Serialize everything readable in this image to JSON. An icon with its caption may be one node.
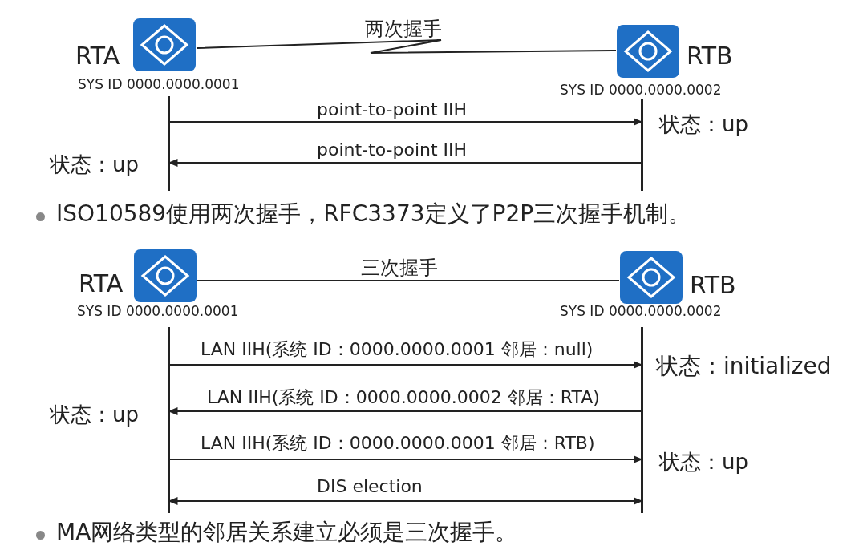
{
  "diagram": {
    "nodes": [
      {
        "text": [
          "RTA",
          "SYS ID 0000.0000.0001"
        ]
      },
      {
        "text": [
          "RTB",
          "SYS ID 0000.0000.0002"
        ]
      },
      {
        "text": [],
        "shape": "bar"
      },
      {
        "text": [],
        "shape": "bar"
      },
      {
        "text": [
          "RTA",
          "SYS ID 0000.0000.0001"
        ]
      },
      {
        "text": [
          "RTB",
          "SYS ID 0000.0000.0002"
        ]
      },
      {
        "text": [],
        "shape": "bar"
      },
      {
        "text": [],
        "shape": "bar"
      }
    ],
    "edges": [
      {
        "from": 0,
        "to": 1,
        "arrow": "none",
        "label": "两次握手"
      },
      {
        "from": 2,
        "to": 3,
        "arrow": "to",
        "label": "point-to-point IIH"
      },
      {
        "from": 3,
        "to": 2,
        "arrow": "to",
        "label": "point-to-point IIH"
      },
      {
        "from": 4,
        "to": 5,
        "arrow": "none",
        "label": "三次握手"
      },
      {
        "from": 6,
        "to": 7,
        "arrow": "to",
        "label": "LAN IIH(系统 ID：0000.0000.0001 邻居：null)"
      },
      {
        "from": 7,
        "to": 6,
        "arrow": "to",
        "label": "LAN IIH(系统 ID：0000.0000.0002 邻居：RTA)"
      },
      {
        "from": 6,
        "to": 7,
        "arrow": "to",
        "label": "LAN IIH(系统 ID：0000.0000.0001 邻居：RTB)"
      },
      {
        "from": 6,
        "to": 7,
        "arrow": "both",
        "label": "DIS election"
      }
    ],
    "labels": [
      "状态：up",
      "状态：up",
      "ISO10589使用两次握手，RFC3373定义了P2P三次握手机制。",
      "状态：initialized",
      "状态：up",
      "状态：up",
      "MA网络类型的邻居关系建立必须是三次握手。"
    ]
  }
}
